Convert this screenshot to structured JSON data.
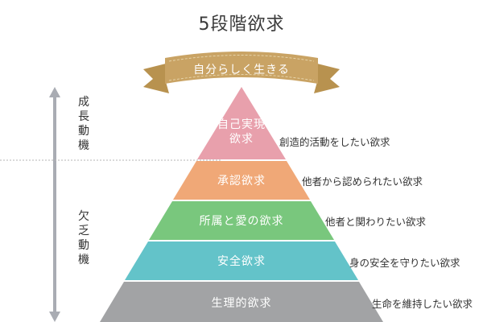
{
  "title": "5段階欲求",
  "banner": "自分らしく生きる",
  "side": {
    "growth": "成長動機",
    "deficiency": "欠乏動機"
  },
  "colors": {
    "self_actualization": "#e8a0ac",
    "esteem": "#f0a877",
    "belonging": "#79c77d",
    "safety": "#63c3c9",
    "physiological": "#a2a3a5",
    "banner": "#c9a364",
    "arrow": "#a9acb3"
  },
  "layers": [
    {
      "name": "自己実現欲求",
      "name_line1": "自己実現",
      "name_line2": "欲求",
      "description": "創造的活動をしたい欲求"
    },
    {
      "name": "承認欲求",
      "description": "他者から認められたい欲求"
    },
    {
      "name": "所属と愛の欲求",
      "description": "他者と関わりたい欲求"
    },
    {
      "name": "安全欲求",
      "description": "身の安全を守りたい欲求"
    },
    {
      "name": "生理的欲求",
      "description": "生命を維持したい欲求"
    }
  ]
}
